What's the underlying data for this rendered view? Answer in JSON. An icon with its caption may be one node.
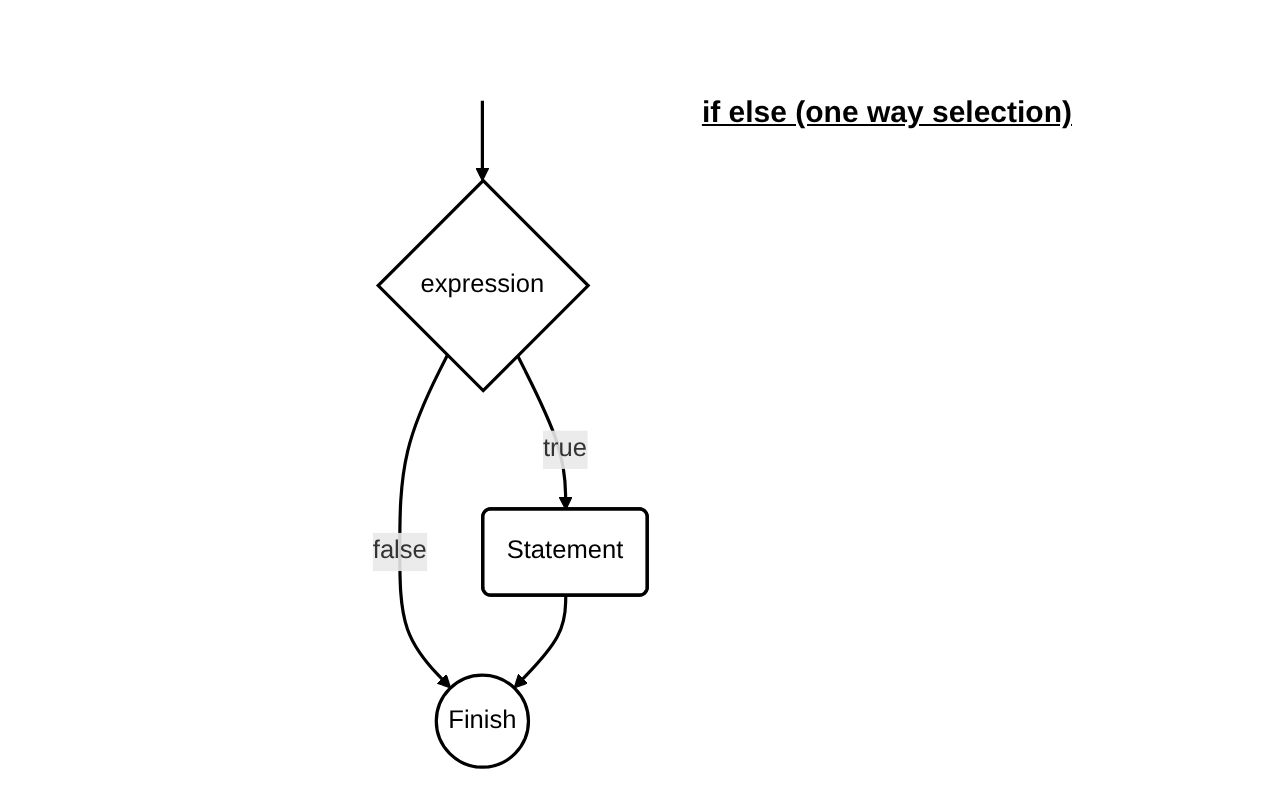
{
  "diagram": {
    "title": "if else (one way selection)",
    "nodes": [
      {
        "text": [
          "expression"
        ]
      },
      {
        "text": [
          "Statement"
        ]
      },
      {
        "text": [
          "Finish"
        ]
      }
    ],
    "edges": [
      {
        "from": null,
        "to": 0,
        "arrow": "to"
      },
      {
        "from": 0,
        "to": 1,
        "label": "true",
        "arrow": "to"
      },
      {
        "from": 0,
        "to": 2,
        "label": "false",
        "arrow": "to"
      },
      {
        "from": 1,
        "to": 2,
        "arrow": "to"
      }
    ]
  }
}
